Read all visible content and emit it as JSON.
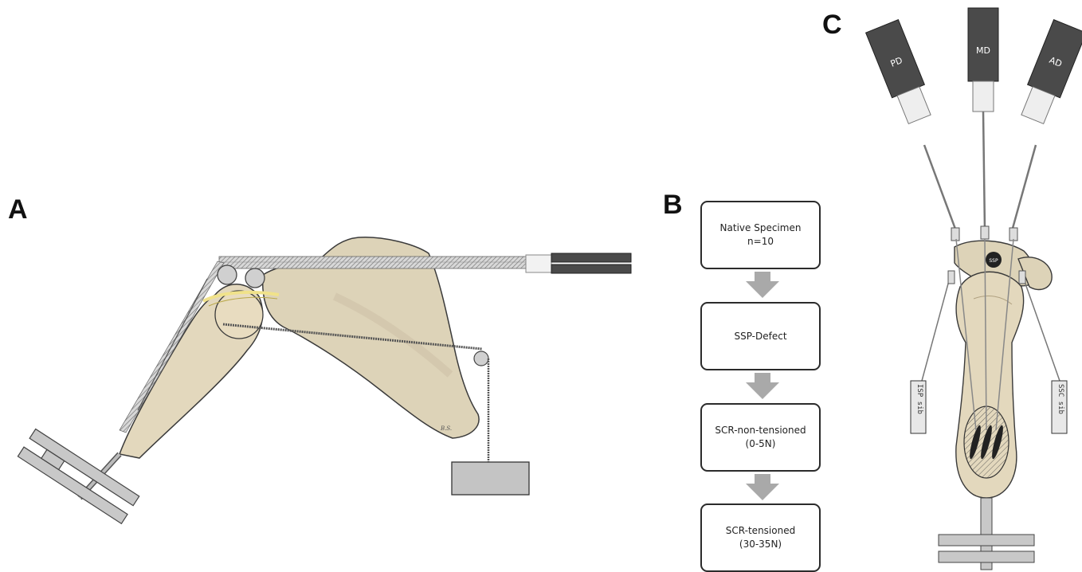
{
  "panels": {
    "a": "A",
    "b": "B",
    "c": "C"
  },
  "flowchart": {
    "steps": [
      {
        "line1": "Native Specimen",
        "line2": "n=10"
      },
      {
        "line1": "SSP-Defect",
        "line2": ""
      },
      {
        "line1": "SCR-non-tensioned",
        "line2": "(0-5N)"
      },
      {
        "line1": "SCR-tensioned",
        "line2": "(30-35N)"
      }
    ]
  },
  "setup_c": {
    "actuators": {
      "left": "PD",
      "middle": "MD",
      "right": "AD"
    },
    "muscle_label": "SSP",
    "sensor_left": "ISP sib",
    "sensor_right": "SSC sib"
  },
  "illustration_a": {
    "signature": "B.S."
  },
  "colors": {
    "bone": "#e8dcc0",
    "bone_shadow": "#cfc2a6",
    "actuator": "#4a4a4a",
    "grey_block": "#c4c4c4",
    "arrow": "#a9a9a9",
    "tendon": "#f0e28a"
  }
}
